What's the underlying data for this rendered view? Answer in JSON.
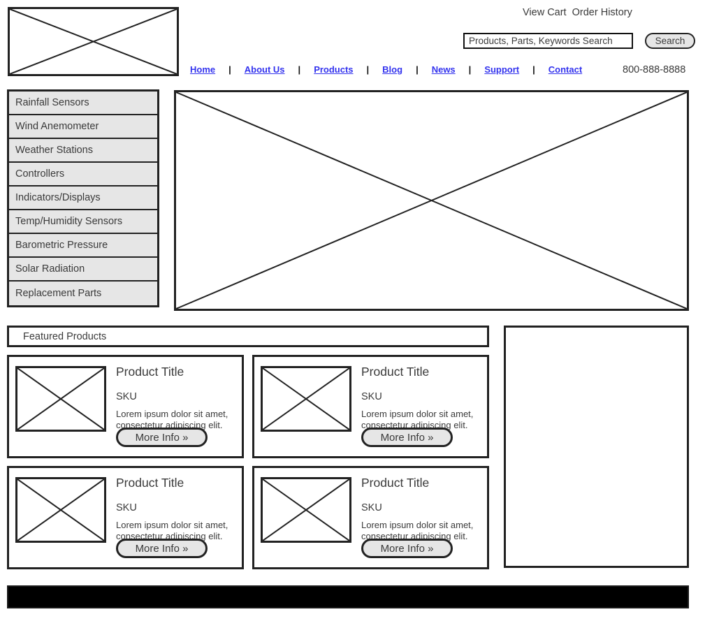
{
  "header": {
    "logo_alt": "Company Logo",
    "account_links": {
      "view_cart": "View Cart",
      "order_history": "Order History"
    },
    "search": {
      "placeholder": "Products, Parts, Keywords Search",
      "value": "",
      "button_label": "Search"
    },
    "phone": "800-888-8888",
    "nav_separator": "|",
    "nav_items": [
      {
        "label": "Home"
      },
      {
        "label": "About Us"
      },
      {
        "label": "Products"
      },
      {
        "label": "Blog"
      },
      {
        "label": "News"
      },
      {
        "label": "Support"
      },
      {
        "label": "Contact"
      }
    ]
  },
  "sidebar": {
    "items": [
      {
        "label": "Rainfall Sensors"
      },
      {
        "label": "Wind Anemometer"
      },
      {
        "label": "Weather Stations"
      },
      {
        "label": "Controllers"
      },
      {
        "label": "Indicators/Displays"
      },
      {
        "label": "Temp/Humidity Sensors"
      },
      {
        "label": "Barometric Pressure"
      },
      {
        "label": "Solar Radiation"
      },
      {
        "label": "Replacement Parts"
      }
    ]
  },
  "hero": {
    "alt": "Hero Banner Image Placeholder"
  },
  "featured": {
    "header_label": "Featured Products",
    "products": [
      {
        "title": "Product Title",
        "sku": "SKU",
        "description": "Lorem ipsum dolor sit amet, consectetur adipiscing elit.",
        "button_label": "More Info »"
      },
      {
        "title": "Product Title",
        "sku": "SKU",
        "description": "Lorem ipsum dolor sit amet, consectetur adipiscing elit.",
        "button_label": "More Info »"
      },
      {
        "title": "Product Title",
        "sku": "SKU",
        "description": "Lorem ipsum dolor sit amet, consectetur adipiscing elit.",
        "button_label": "More Info »"
      },
      {
        "title": "Product Title",
        "sku": "SKU",
        "description": "Lorem ipsum dolor sit amet, consectetur adipiscing elit.",
        "button_label": "More Info »"
      }
    ]
  },
  "promo_panel": {
    "content": ""
  },
  "footer": {
    "content": ""
  },
  "colors": {
    "link": "#3333ee",
    "text": "#3a3a3a",
    "outline": "#222222",
    "panel_fill": "#e6e6e6",
    "footer_fill": "#000000",
    "page_bg": "#ffffff"
  }
}
